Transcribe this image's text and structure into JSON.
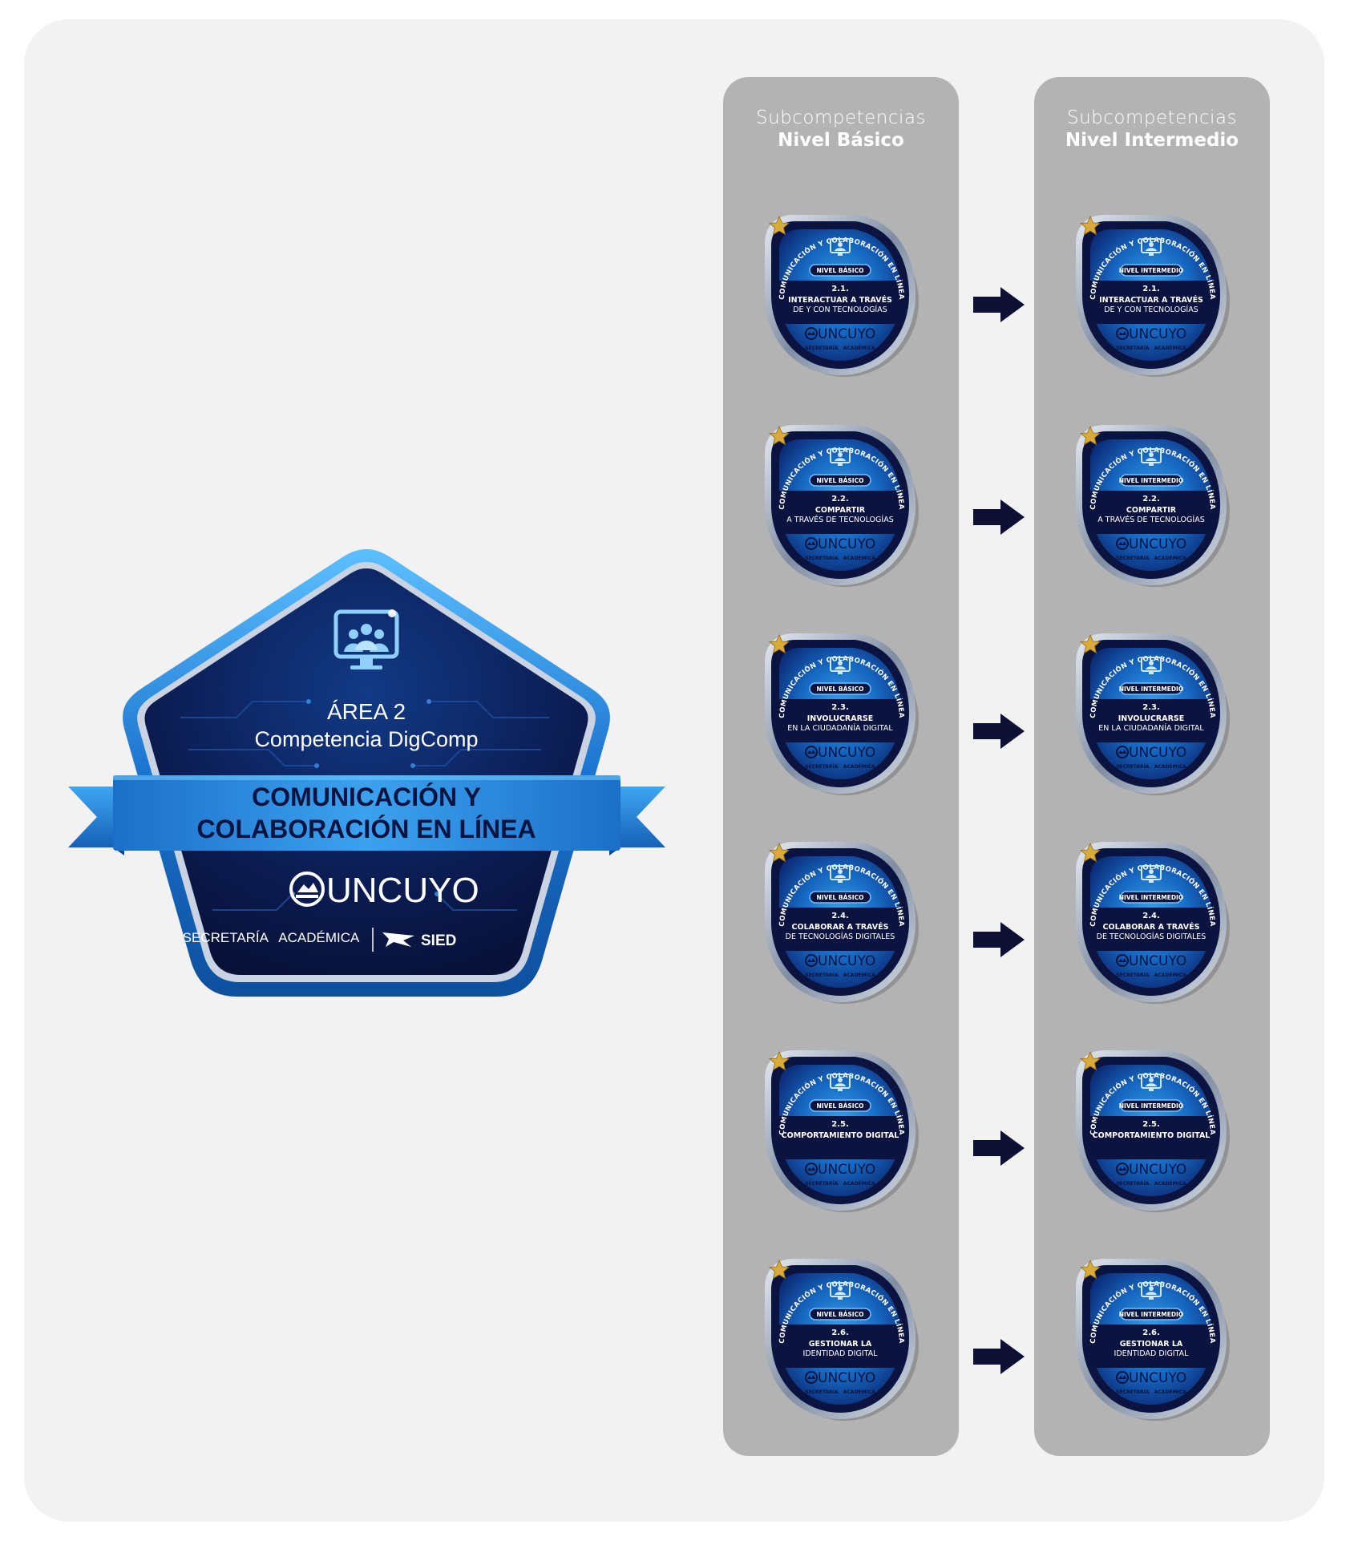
{
  "main_badge": {
    "area": "ÁREA 2",
    "competencia": "Competencia DigComp",
    "title_line1": "COMUNICACIÓN Y",
    "title_line2": "COLABORACIÓN EN LÍNEA",
    "logo_text": "UNCUYO",
    "secretaria": "SECRETARÍA   ACADÉMICA",
    "sied": "SIED",
    "icon": "video-conference-icon"
  },
  "columns": [
    {
      "heading_light": "Subcompetencias",
      "heading_bold": "Nivel Básico",
      "level_pill": "NIVEL BÁSICO"
    },
    {
      "heading_light": "Subcompetencias",
      "heading_bold": "Nivel Intermedio",
      "level_pill": "NIVEL INTERMEDIO"
    }
  ],
  "badge_common": {
    "arc_text": "COMUNICACIÓN Y COLABORACIÓN EN LÍNEA",
    "logo_text": "UNCUYO",
    "secretaria": "SECRETARÍA   ACADÉMICA",
    "star_icon": "gold-star-icon"
  },
  "subcompetencias": [
    {
      "num": "2.1.",
      "line1": "INTERACTUAR A TRAVÉS",
      "line2": "DE Y CON TECNOLOGÍAS"
    },
    {
      "num": "2.2.",
      "line1": "COMPARTIR",
      "line2": "A TRAVÉS DE TECNOLOGÍAS"
    },
    {
      "num": "2.3.",
      "line1": "INVOLUCRARSE",
      "line2": "EN LA CIUDADANÍA DIGITAL"
    },
    {
      "num": "2.4.",
      "line1": "COLABORAR A TRAVÉS",
      "line2": "DE TECNOLOGÍAS DIGITALES"
    },
    {
      "num": "2.5.",
      "line1": "COMPORTAMIENTO DIGITAL",
      "line2": ""
    },
    {
      "num": "2.6.",
      "line1": "GESTIONAR LA",
      "line2": "IDENTIDAD DIGITAL"
    }
  ],
  "colors": {
    "navy": "#0b1440",
    "blue": "#1d7fd6",
    "light_blue": "#4fb0f2",
    "column_gray": "#b3b3b3",
    "arrow": "#0d1033",
    "star": "#d9a93a"
  }
}
